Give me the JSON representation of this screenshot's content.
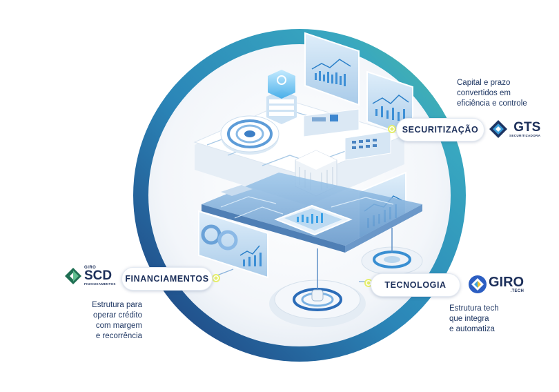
{
  "securitizacao": {
    "label": "SECURITIZAÇÃO",
    "description": [
      "Capital e prazo",
      "convertidos em",
      "eficiência e controle"
    ],
    "logo": {
      "name": "GTS",
      "subtitle": "SECURITIZADORA",
      "icon": "gts-diamond-logo"
    }
  },
  "financiamentos": {
    "label": "FINANCIAMENTOS",
    "description": [
      "Estrutura para",
      "operar crédito",
      "com margem",
      "e recorrência"
    ],
    "logo": {
      "prefix": "GIRO",
      "name": "SCD",
      "subtitle": "FINANCIAMENTOS",
      "icon": "scd-leaf-logo"
    }
  },
  "tecnologia": {
    "label": "TECNOLOGIA",
    "description": [
      "Estrutura tech",
      "que integra",
      "e automatiza"
    ],
    "logo": {
      "name": "GIRO",
      "subtitle": ".TECH",
      "icon": "giro-tech-logo"
    }
  },
  "colors": {
    "ring_gradient": [
      "#1f3f7a",
      "#2a8fb5",
      "#48b99a"
    ],
    "accent_dot": "#e6ef6c",
    "text_primary": "#1c2f5a",
    "platform_blue": "#7fb3df"
  }
}
